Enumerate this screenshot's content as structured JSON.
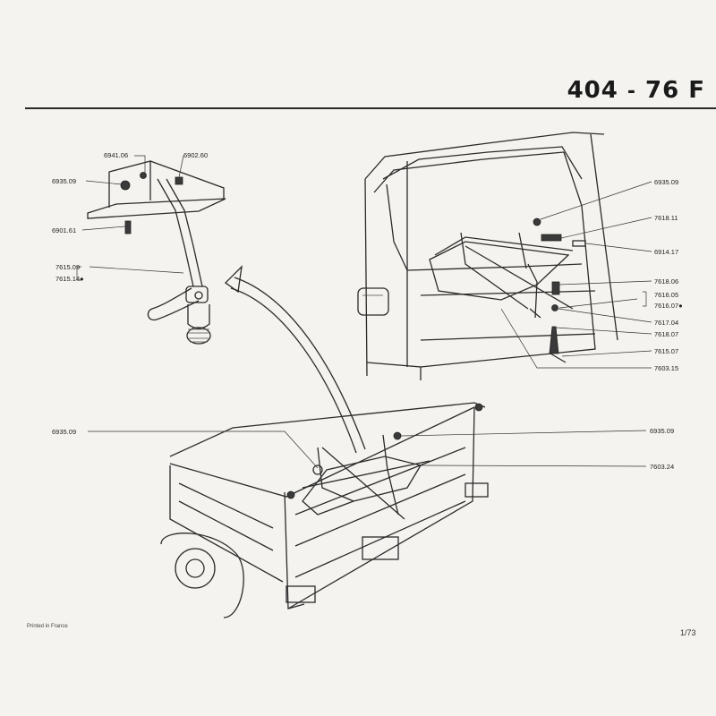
{
  "header": {
    "model": "404",
    "separator": "-",
    "code": "76 F"
  },
  "footer": {
    "printed": "Printed in France",
    "page": "1/73"
  },
  "labels": {
    "p6941_06": "6941.06",
    "p6902_60": "6902.60",
    "p6935_09_a": "6935.09",
    "p6901_61": "6901.61",
    "p7615_09": "7615.09",
    "p7615_14": "7615.14●",
    "p6935_09_b": "6935.09",
    "p7618_11": "7618.11",
    "p6914_17": "6914.17",
    "p7618_06": "7618.06",
    "p7616_05": "7616.05",
    "p7616_07": "7616.07●",
    "p7617_04": "7617.04",
    "p7618_07": "7618.07",
    "p7615_07": "7615.07",
    "p7603_15": "7603.15",
    "p6935_09_c": "6935.09",
    "p6935_09_d": "6935.09",
    "p7603_24": "7603.24"
  }
}
